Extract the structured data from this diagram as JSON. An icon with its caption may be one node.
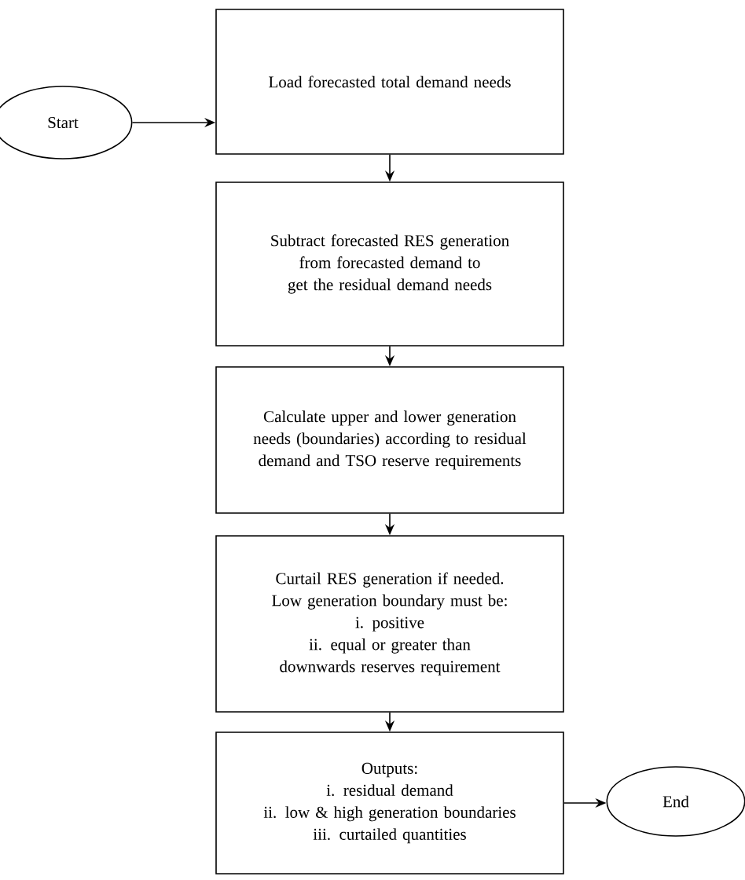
{
  "diagram": {
    "nodes": [
      {
        "text": [
          "Start"
        ]
      },
      {
        "text": [
          "Load forecasted total demand needs"
        ]
      },
      {
        "text": [
          "Subtract forecasted RES generation from forecasted demand to get the residual demand needs"
        ]
      },
      {
        "text": [
          "Calculate upper and lower generation needs (boundaries) according to residual demand and TSO reserve requirements"
        ]
      },
      {
        "text": [
          "Curtail RES generation if needed. Low generation boundary must be:",
          "i. positive",
          "ii. equal or greater than downwards reserves requirement"
        ]
      },
      {
        "text": [
          "Outputs:",
          "i. residual demand",
          "ii. low & high generation boundaries",
          "iii. curtailed quantities"
        ]
      },
      {
        "text": [
          "End"
        ]
      }
    ],
    "edges": [
      {
        "from": 0,
        "to": 1,
        "arrow": "to"
      },
      {
        "from": 1,
        "to": 2,
        "arrow": "to"
      },
      {
        "from": 2,
        "to": 3,
        "arrow": "to"
      },
      {
        "from": 3,
        "to": 4,
        "arrow": "to"
      },
      {
        "from": 4,
        "to": 5,
        "arrow": "to"
      },
      {
        "from": 5,
        "to": 6,
        "arrow": "to"
      }
    ]
  }
}
